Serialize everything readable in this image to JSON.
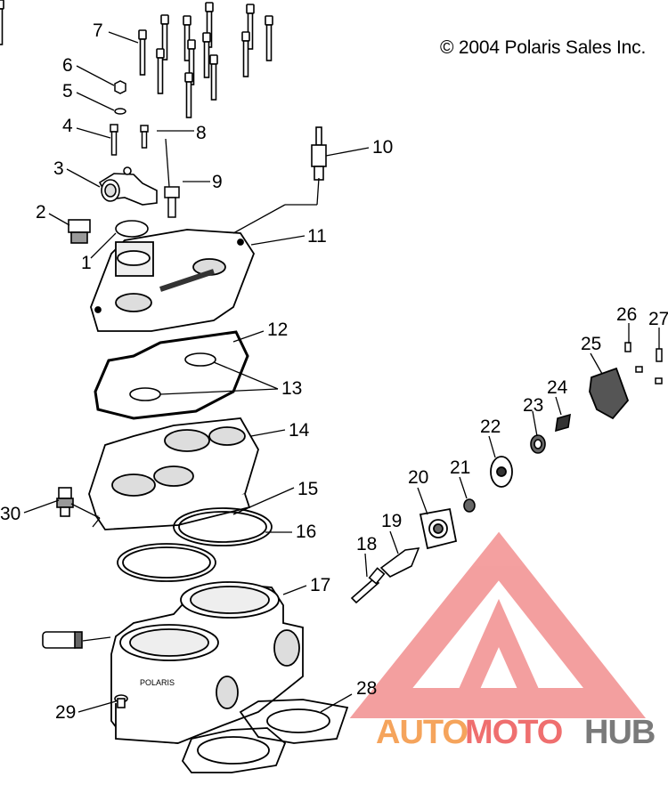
{
  "copyright": "© 2004 Polaris Sales Inc.",
  "callouts": [
    "1",
    "2",
    "3",
    "4",
    "5",
    "6",
    "7",
    "8",
    "9",
    "10",
    "11",
    "12",
    "13",
    "14",
    "15",
    "16",
    "17",
    "18",
    "19",
    "20",
    "21",
    "22",
    "23",
    "24",
    "25",
    "26",
    "27",
    "28",
    "29",
    "30"
  ],
  "watermark": {
    "part1": "AUTO",
    "part2": "MOTO",
    "part3": "HUB",
    "color1": "#f5a45c",
    "color2": "#ef6f6f",
    "color3": "#7a7a7a",
    "logo_color": "#f08080"
  },
  "part_labels": {
    "cylinder_head": "",
    "cylinder": "POLARIS"
  }
}
